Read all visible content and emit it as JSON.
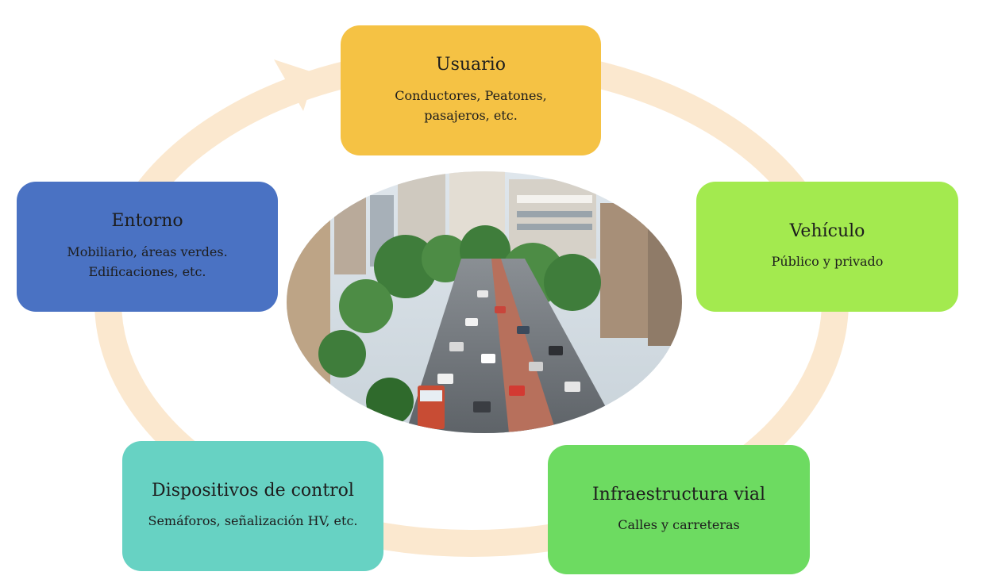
{
  "colors": {
    "ring": "#fbe8cf",
    "usuario": "#f5c244",
    "vehiculo": "#a3ea4f",
    "infraestructura": "#6ddb61",
    "dispositivos": "#67d2c3",
    "entorno": "#4a72c3"
  },
  "nodes": {
    "usuario": {
      "title": "Usuario",
      "desc_line1": "Conductores, Peatones,",
      "desc_line2": "pasajeros, etc."
    },
    "vehiculo": {
      "title": "Vehículo",
      "desc_line1": "Público y privado"
    },
    "infraestructura": {
      "title": "Infraestructura vial",
      "desc_line1": "Calles y carreteras"
    },
    "dispositivos": {
      "title": "Dispositivos de control",
      "desc_line1": "Semáforos, señalización HV, etc."
    },
    "entorno": {
      "title": "Entorno",
      "desc_line1": "Mobiliario, áreas verdes.",
      "desc_line2": "Edificaciones, etc."
    }
  },
  "center_image": {
    "icon": "city-avenue-photo"
  }
}
